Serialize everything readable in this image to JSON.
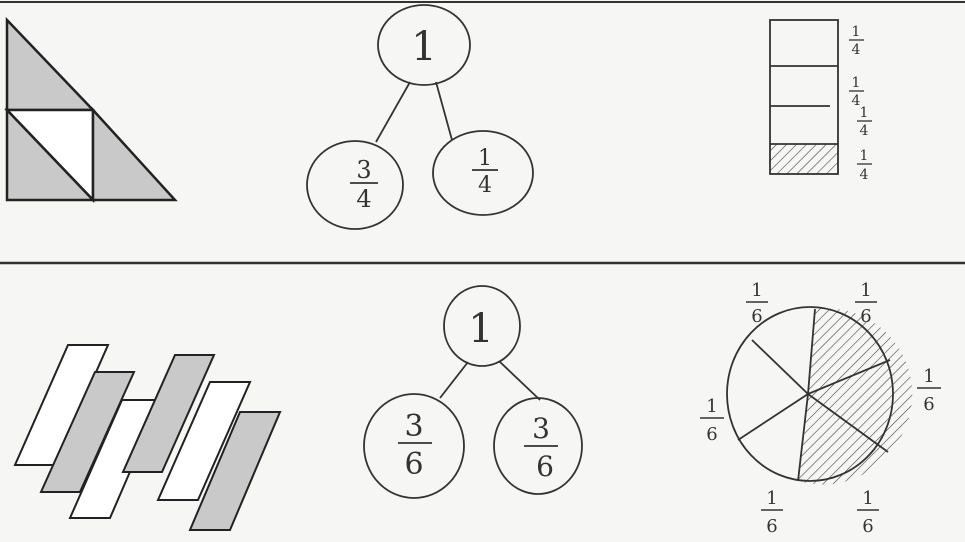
{
  "colors": {
    "paper": "#f6f6f4",
    "ink": "#2b2b2b",
    "shade": "#c9c9c9",
    "divider": "#3a3a3a"
  },
  "panel_top": {
    "bond": {
      "whole": "1",
      "left_part": {
        "num": "3",
        "den": "4"
      },
      "right_part": {
        "num": "1",
        "den": "4"
      }
    },
    "bar_labels": [
      {
        "num": "1",
        "den": "4"
      },
      {
        "num": "1",
        "den": "4"
      },
      {
        "num": "1",
        "den": "4"
      },
      {
        "num": "1",
        "den": "4"
      }
    ],
    "bar_shaded_parts": 1,
    "bar_total_parts": 4
  },
  "panel_bottom": {
    "bond": {
      "whole": "1",
      "left_part": {
        "num": "3",
        "den": "6"
      },
      "right_part": {
        "num": "3",
        "den": "6"
      }
    },
    "circle_labels": [
      {
        "num": "1",
        "den": "6"
      },
      {
        "num": "1",
        "den": "6"
      },
      {
        "num": "1",
        "den": "6"
      },
      {
        "num": "1",
        "den": "6"
      },
      {
        "num": "1",
        "den": "6"
      },
      {
        "num": "1",
        "den": "6"
      }
    ],
    "circle_shaded_parts": 3,
    "circle_total_parts": 6
  }
}
